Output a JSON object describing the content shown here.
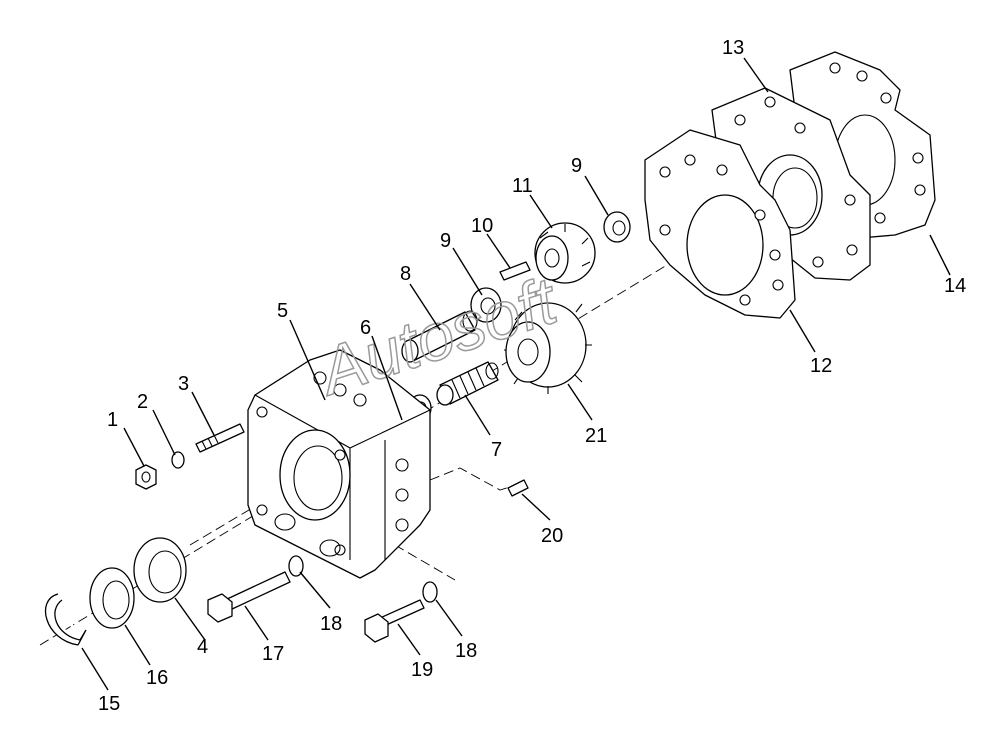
{
  "watermark": {
    "text": "Autosoft"
  },
  "callouts": [
    {
      "id": "c1",
      "label": "1"
    },
    {
      "id": "c2",
      "label": "2"
    },
    {
      "id": "c3",
      "label": "3"
    },
    {
      "id": "c4",
      "label": "4"
    },
    {
      "id": "c5",
      "label": "5"
    },
    {
      "id": "c6",
      "label": "6"
    },
    {
      "id": "c7",
      "label": "7"
    },
    {
      "id": "c8",
      "label": "8"
    },
    {
      "id": "c9a",
      "label": "9"
    },
    {
      "id": "c9b",
      "label": "9"
    },
    {
      "id": "c10",
      "label": "10"
    },
    {
      "id": "c11",
      "label": "11"
    },
    {
      "id": "c12",
      "label": "12"
    },
    {
      "id": "c13",
      "label": "13"
    },
    {
      "id": "c14",
      "label": "14"
    },
    {
      "id": "c15",
      "label": "15"
    },
    {
      "id": "c16",
      "label": "16"
    },
    {
      "id": "c17",
      "label": "17"
    },
    {
      "id": "c18a",
      "label": "18"
    },
    {
      "id": "c18b",
      "label": "18"
    },
    {
      "id": "c19",
      "label": "19"
    },
    {
      "id": "c20",
      "label": "20"
    },
    {
      "id": "c21",
      "label": "21"
    }
  ]
}
